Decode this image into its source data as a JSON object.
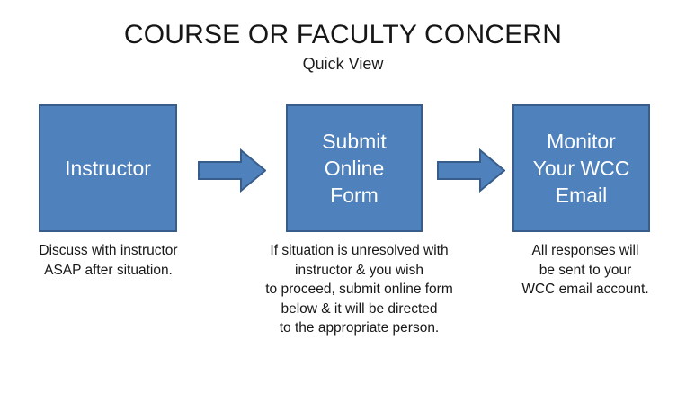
{
  "document": {
    "title": "COURSE OR FACULTY CONCERN",
    "subtitle": "Quick View"
  },
  "colors": {
    "box_fill": "#4F81BD",
    "box_border": "#385D8A",
    "box_text": "#FFFFFF",
    "arrow_fill": "#4F81BD",
    "arrow_border": "#385D8A",
    "page_background": "#FFFFFF",
    "body_text": "#171717"
  },
  "flow": {
    "steps": [
      {
        "id": "step-1",
        "box_label": "Instructor",
        "caption": "Discuss with instructor\nASAP after situation."
      },
      {
        "id": "step-2",
        "box_label": "Submit\nOnline\nForm",
        "caption": "If situation is unresolved with\ninstructor & you wish\nto proceed, submit online form\nbelow & it will be directed\nto the appropriate person."
      },
      {
        "id": "step-3",
        "box_label": "Monitor\nYour WCC\nEmail",
        "caption": "All responses will\nbe sent to your\nWCC email account."
      }
    ],
    "connectors": [
      {
        "id": "connector-1",
        "icon": "right-arrow-icon",
        "from": "step-1",
        "to": "step-2"
      },
      {
        "id": "connector-2",
        "icon": "right-arrow-icon",
        "from": "step-2",
        "to": "step-3"
      }
    ]
  }
}
